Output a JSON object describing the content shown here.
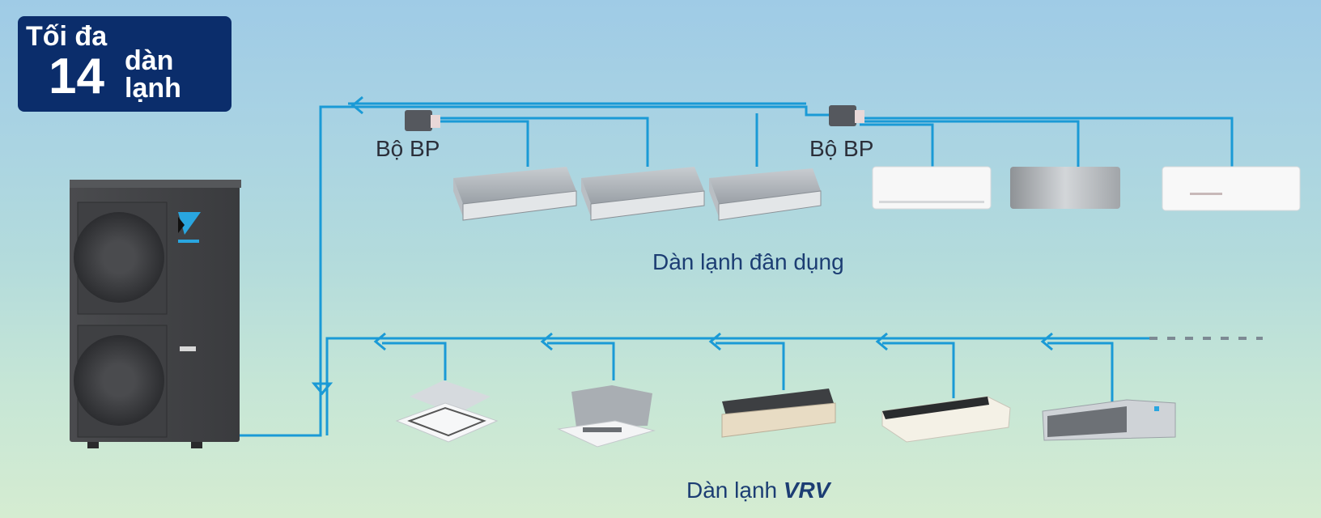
{
  "badge": {
    "line1": "Tối đa",
    "number": "14",
    "line2a": "dàn",
    "line2b": "lạnh"
  },
  "bp_units": [
    {
      "label": "Bộ BP"
    },
    {
      "label": "Bộ BP"
    }
  ],
  "groups": {
    "residential": {
      "label": "Dàn lạnh đân dụng"
    },
    "vrv": {
      "label_prefix": "Dàn lạnh ",
      "label_emphasis": "VRV"
    }
  },
  "outdoor_unit": {
    "name": "outdoor-unit",
    "brand_icon": "daikin-logo-icon"
  },
  "residential_units": [
    {
      "type": "ducted-slim"
    },
    {
      "type": "ducted-slim"
    },
    {
      "type": "ducted-slim"
    },
    {
      "type": "wall-mounted-white"
    },
    {
      "type": "wall-mounted-silver"
    },
    {
      "type": "wall-mounted-white"
    }
  ],
  "vrv_units": [
    {
      "type": "round-flow-cassette"
    },
    {
      "type": "compact-cassette"
    },
    {
      "type": "ceiling-mounted-duct"
    },
    {
      "type": "ceiling-suspended"
    },
    {
      "type": "ducted"
    }
  ],
  "colors": {
    "pipe": "#1a9ad6",
    "pipe_dark": "#1c6fb8",
    "badge_bg": "#0b2d6b",
    "label_text": "#1c3d73",
    "dash": "#7d8a94"
  }
}
